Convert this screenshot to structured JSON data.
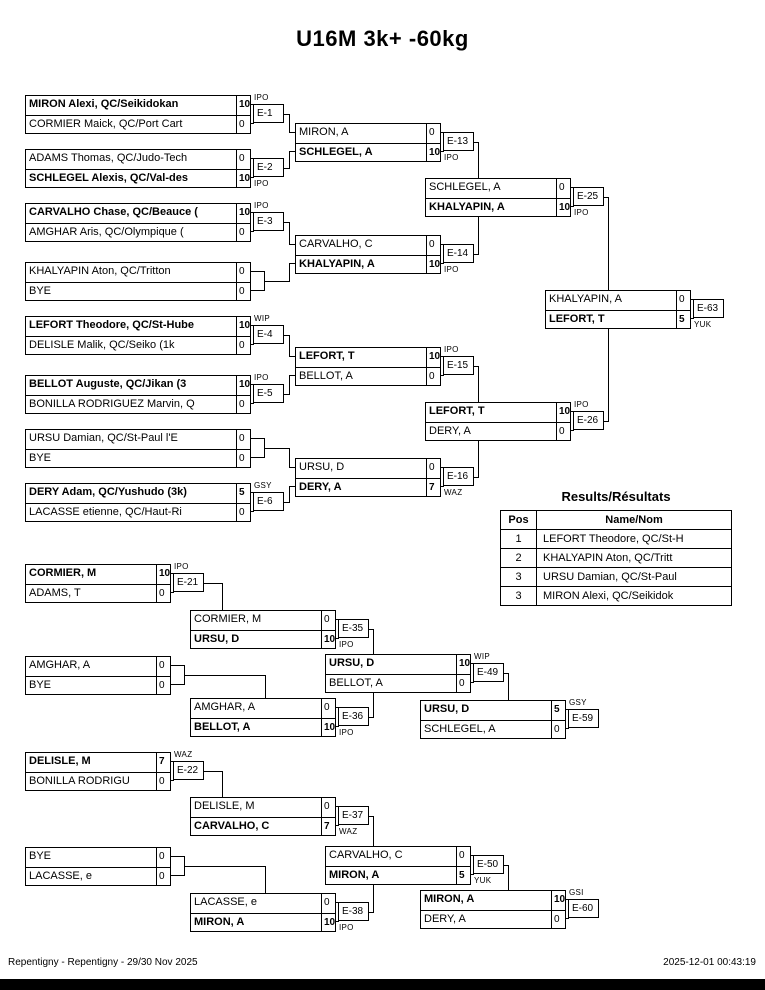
{
  "title": "U16M 3k+ -60kg",
  "matches": [
    {
      "id": "E-1",
      "round": "main-round-1",
      "win_code": "IPO",
      "players": [
        {
          "name": "MIRON Alexi, QC/Seikidokan",
          "score": "10",
          "winner": true
        },
        {
          "name": "CORMIER Maick, QC/Port Cart",
          "score": "0",
          "winner": false
        }
      ]
    },
    {
      "id": "E-2",
      "round": "main-round-1",
      "win_code": "IPO",
      "players": [
        {
          "name": "ADAMS Thomas, QC/Judo-Tech",
          "score": "0",
          "winner": false
        },
        {
          "name": "SCHLEGEL Alexis, QC/Val-des",
          "score": "10",
          "winner": true
        }
      ]
    },
    {
      "id": "E-3",
      "round": "main-round-1",
      "win_code": "IPO",
      "players": [
        {
          "name": "CARVALHO Chase, QC/Beauce (",
          "score": "10",
          "winner": true
        },
        {
          "name": "AMGHAR Aris, QC/Olympique (",
          "score": "0",
          "winner": false
        }
      ]
    },
    {
      "id": "",
      "round": "main-round-1",
      "win_code": "",
      "players": [
        {
          "name": "KHALYAPIN Aton, QC/Tritton",
          "score": "0",
          "winner": false
        },
        {
          "name": "BYE",
          "score": "0",
          "winner": false
        }
      ]
    },
    {
      "id": "E-4",
      "round": "main-round-1",
      "win_code": "WIP",
      "players": [
        {
          "name": "LEFORT Theodore, QC/St-Hube",
          "score": "10",
          "winner": true
        },
        {
          "name": "DELISLE Malik, QC/Seiko (1k",
          "score": "0",
          "winner": false
        }
      ]
    },
    {
      "id": "E-5",
      "round": "main-round-1",
      "win_code": "IPO",
      "players": [
        {
          "name": "BELLOT Auguste, QC/Jikan (3",
          "score": "10",
          "winner": true
        },
        {
          "name": "BONILLA RODRIGUEZ Marvin, Q",
          "score": "0",
          "winner": false
        }
      ]
    },
    {
      "id": "",
      "round": "main-round-1",
      "win_code": "",
      "players": [
        {
          "name": "URSU Damian, QC/St-Paul l'E",
          "score": "0",
          "winner": false
        },
        {
          "name": "BYE",
          "score": "0",
          "winner": false
        }
      ]
    },
    {
      "id": "E-6",
      "round": "main-round-1",
      "win_code": "GSY",
      "players": [
        {
          "name": "DERY Adam, QC/Yushudo (3k)",
          "score": "5",
          "winner": true
        },
        {
          "name": "LACASSE etienne, QC/Haut-Ri",
          "score": "0",
          "winner": false
        }
      ]
    },
    {
      "id": "E-13",
      "round": "main-round-2",
      "win_code": "IPO",
      "players": [
        {
          "name": "MIRON, A",
          "score": "0",
          "winner": false
        },
        {
          "name": "SCHLEGEL, A",
          "score": "10",
          "winner": true
        }
      ]
    },
    {
      "id": "E-14",
      "round": "main-round-2",
      "win_code": "IPO",
      "players": [
        {
          "name": "CARVALHO, C",
          "score": "0",
          "winner": false
        },
        {
          "name": "KHALYAPIN, A",
          "score": "10",
          "winner": true
        }
      ]
    },
    {
      "id": "E-15",
      "round": "main-round-2",
      "win_code": "IPO",
      "players": [
        {
          "name": "LEFORT, T",
          "score": "10",
          "winner": true
        },
        {
          "name": "BELLOT, A",
          "score": "0",
          "winner": false
        }
      ]
    },
    {
      "id": "E-16",
      "round": "main-round-2",
      "win_code": "WAZ",
      "players": [
        {
          "name": "URSU, D",
          "score": "0",
          "winner": false
        },
        {
          "name": "DERY, A",
          "score": "7",
          "winner": true
        }
      ]
    },
    {
      "id": "E-25",
      "round": "semifinal",
      "win_code": "IPO",
      "players": [
        {
          "name": "SCHLEGEL, A",
          "score": "0",
          "winner": false
        },
        {
          "name": "KHALYAPIN, A",
          "score": "10",
          "winner": true
        }
      ]
    },
    {
      "id": "E-26",
      "round": "semifinal",
      "win_code": "IPO",
      "players": [
        {
          "name": "LEFORT, T",
          "score": "10",
          "winner": true
        },
        {
          "name": "DERY, A",
          "score": "0",
          "winner": false
        }
      ]
    },
    {
      "id": "E-63",
      "round": "final",
      "win_code": "YUK",
      "players": [
        {
          "name": "KHALYAPIN, A",
          "score": "0",
          "winner": false
        },
        {
          "name": "LEFORT, T",
          "score": "5",
          "winner": true
        }
      ]
    },
    {
      "id": "E-21",
      "round": "repechage-round-1",
      "win_code": "IPO",
      "players": [
        {
          "name": "CORMIER, M",
          "score": "10",
          "winner": true
        },
        {
          "name": "ADAMS, T",
          "score": "0",
          "winner": false
        }
      ]
    },
    {
      "id": "",
      "round": "repechage-round-1",
      "win_code": "",
      "players": [
        {
          "name": "AMGHAR, A",
          "score": "0",
          "winner": false
        },
        {
          "name": "BYE",
          "score": "0",
          "winner": false
        }
      ]
    },
    {
      "id": "E-22",
      "round": "repechage-round-1",
      "win_code": "WAZ",
      "players": [
        {
          "name": "DELISLE, M",
          "score": "7",
          "winner": true
        },
        {
          "name": "BONILLA RODRIGU",
          "score": "0",
          "winner": false
        }
      ]
    },
    {
      "id": "",
      "round": "repechage-round-1",
      "win_code": "",
      "players": [
        {
          "name": "BYE",
          "score": "0",
          "winner": false
        },
        {
          "name": "LACASSE, e",
          "score": "0",
          "winner": false
        }
      ]
    },
    {
      "id": "E-35",
      "round": "repechage-round-2",
      "win_code": "IPO",
      "players": [
        {
          "name": "CORMIER, M",
          "score": "0",
          "winner": false
        },
        {
          "name": "URSU, D",
          "score": "10",
          "winner": true
        }
      ]
    },
    {
      "id": "E-36",
      "round": "repechage-round-2",
      "win_code": "IPO",
      "players": [
        {
          "name": "AMGHAR, A",
          "score": "0",
          "winner": false
        },
        {
          "name": "BELLOT, A",
          "score": "10",
          "winner": true
        }
      ]
    },
    {
      "id": "E-37",
      "round": "repechage-round-2",
      "win_code": "WAZ",
      "players": [
        {
          "name": "DELISLE, M",
          "score": "0",
          "winner": false
        },
        {
          "name": "CARVALHO, C",
          "score": "7",
          "winner": true
        }
      ]
    },
    {
      "id": "E-38",
      "round": "repechage-round-2",
      "win_code": "IPO",
      "players": [
        {
          "name": "LACASSE, e",
          "score": "0",
          "winner": false
        },
        {
          "name": "MIRON, A",
          "score": "10",
          "winner": true
        }
      ]
    },
    {
      "id": "E-49",
      "round": "repechage-round-3",
      "win_code": "WIP",
      "players": [
        {
          "name": "URSU, D",
          "score": "10",
          "winner": true
        },
        {
          "name": "BELLOT, A",
          "score": "0",
          "winner": false
        }
      ]
    },
    {
      "id": "E-50",
      "round": "repechage-round-3",
      "win_code": "YUK",
      "players": [
        {
          "name": "CARVALHO, C",
          "score": "0",
          "winner": false
        },
        {
          "name": "MIRON, A",
          "score": "5",
          "winner": true
        }
      ]
    },
    {
      "id": "E-59",
      "round": "bronze",
      "win_code": "GSY",
      "players": [
        {
          "name": "URSU, D",
          "score": "5",
          "winner": true
        },
        {
          "name": "SCHLEGEL, A",
          "score": "0",
          "winner": false
        }
      ]
    },
    {
      "id": "E-60",
      "round": "bronze",
      "win_code": "GSI",
      "players": [
        {
          "name": "MIRON, A",
          "score": "10",
          "winner": true
        },
        {
          "name": "DERY, A",
          "score": "0",
          "winner": false
        }
      ]
    }
  ],
  "results": {
    "title": "Results/Résultats",
    "headers": [
      "Pos",
      "Name/Nom"
    ],
    "rows": [
      {
        "pos": "1",
        "name": "LEFORT Theodore, QC/St-H"
      },
      {
        "pos": "2",
        "name": "KHALYAPIN Aton, QC/Tritt"
      },
      {
        "pos": "3",
        "name": "URSU Damian, QC/St-Paul"
      },
      {
        "pos": "3",
        "name": "MIRON Alexi, QC/Seikidok"
      }
    ]
  },
  "footer": {
    "left": "Repentigny - Repentigny - 29/30 Nov 2025",
    "right": "2025-12-01 00:43:19"
  }
}
